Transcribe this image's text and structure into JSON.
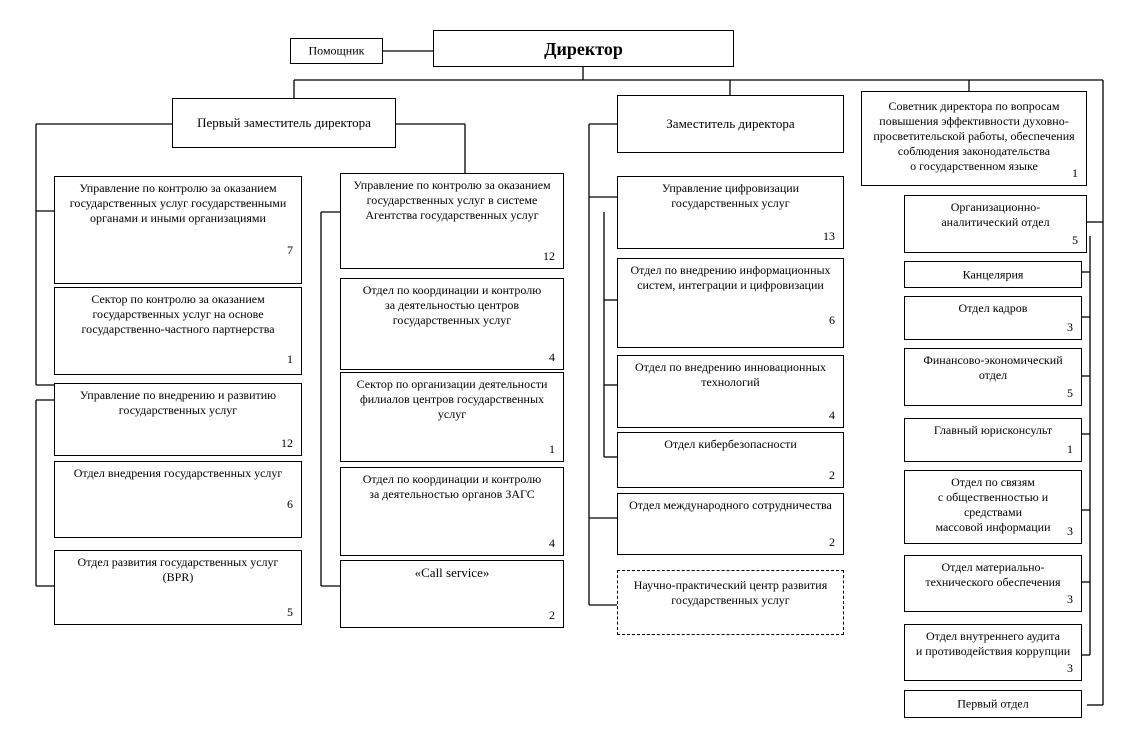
{
  "director": "Директор",
  "assistant": "Помощник",
  "first_deputy": "Первый заместитель директора",
  "deputy": "Заместитель директора",
  "advisor": {
    "label": "Советник директора по вопросам\nповышения эффективности духовно-\nпросветительской работы, обеспечения\nсоблюдения законодательства\nо государственном языке",
    "count": "1"
  },
  "col1": [
    {
      "label": "Управление по контролю за оказанием\nгосударственных услуг государственными\nорганами и иными организациями",
      "count": "7"
    },
    {
      "label": "Сектор по контролю за оказанием\nгосударственных услуг на основе\nгосударственно-частного партнерства",
      "count": "1"
    },
    {
      "label": "Управление по внедрению и развитию\nгосударственных услуг",
      "count": "12"
    },
    {
      "label": "Отдел внедрения государственных услуг",
      "count": "6"
    },
    {
      "label": "Отдел развития государственных услуг\n(BPR)",
      "count": "5"
    }
  ],
  "col2": [
    {
      "label": "Управление по контролю за оказанием\nгосударственных услуг в системе\nАгентства государственных услуг",
      "count": "12"
    },
    {
      "label": "Отдел по координации и контролю\nза деятельностью центров\nгосударственных услуг",
      "count": "4"
    },
    {
      "label": "Сектор по организации деятельности\nфилиалов центров государственных\nуслуг",
      "count": "1"
    },
    {
      "label": "Отдел по координации и контролю\nза деятельностью органов ЗАГС",
      "count": "4"
    },
    {
      "label": "«Call service»",
      "count": "2"
    }
  ],
  "col3": [
    {
      "label": "Управление цифровизации\nгосударственных услуг",
      "count": "13"
    },
    {
      "label": "Отдел по внедрению информационных\nсистем, интеграции и цифровизации",
      "count": "6"
    },
    {
      "label": "Отдел по внедрению инновационных\nтехнологий",
      "count": "4"
    },
    {
      "label": "Отдел кибербезопасности",
      "count": "2"
    },
    {
      "label": "Отдел международного сотрудничества",
      "count": "2"
    },
    {
      "label": "Научно-практический центр развития\nгосударственных услуг",
      "count": ""
    }
  ],
  "col4": [
    {
      "label": "Организационно-\nаналитический отдел",
      "count": "5"
    },
    {
      "label": "Канцелярия",
      "count": ""
    },
    {
      "label": "Отдел кадров",
      "count": "3"
    },
    {
      "label": "Финансово-экономический\nотдел",
      "count": "5"
    },
    {
      "label": "Главный юрисконсульт",
      "count": "1"
    },
    {
      "label": "Отдел по связям\nс общественностью и средствами\nмассовой информации",
      "count": "3"
    },
    {
      "label": "Отдел материально-\nтехнического обеспечения",
      "count": "3"
    },
    {
      "label": "Отдел внутреннего аудита\nи противодействия коррупции",
      "count": "3"
    },
    {
      "label": "Первый отдел",
      "count": ""
    }
  ]
}
